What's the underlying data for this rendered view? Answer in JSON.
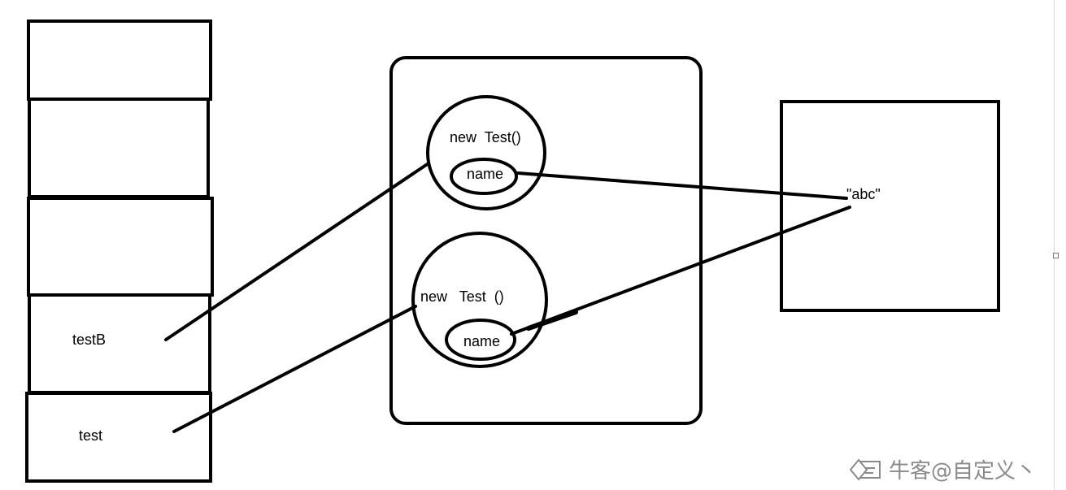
{
  "stack": {
    "labels": [
      "testB",
      "test"
    ]
  },
  "heap": {
    "objects": [
      {
        "title": "new  Test()",
        "field": "name"
      },
      {
        "title": "new   Test  ()",
        "field": "name"
      }
    ]
  },
  "string_pool": {
    "value": "\"abc\""
  },
  "watermark": {
    "text": "牛客@自定义丶",
    "icon": "nowcoder-logo-icon"
  },
  "colors": {
    "stroke": "#000000",
    "background": "#ffffff",
    "watermark": "#8a8a8a"
  }
}
